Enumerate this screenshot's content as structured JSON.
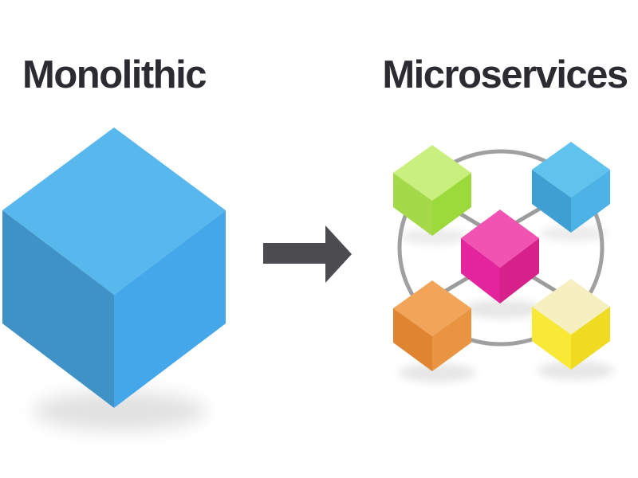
{
  "titles": {
    "left": "Monolithic",
    "right": "Microservices"
  },
  "arrow": {
    "meaning": "transition from monolithic to microservices",
    "direction": "right"
  },
  "colors": {
    "background": "#ffffff",
    "title_text": "#2b2b31",
    "arrow": "#4c4c50",
    "connector_ring": "#a0a0a0",
    "connector_line": "#9c9c9c",
    "shadow": "#6e6e6e",
    "monolith": {
      "top": "#58b7ec",
      "left": "#3e92c5",
      "right": "#43a7e9"
    },
    "services": {
      "green": {
        "top": "#c9f07e",
        "left": "#a4da4a",
        "right": "#9cd93b"
      },
      "blue": {
        "top": "#5fc3ee",
        "left": "#3f9ed2",
        "right": "#4db2e5"
      },
      "pink": {
        "top": "#f153b2",
        "left": "#e3249c",
        "right": "#d52189"
      },
      "orange": {
        "top": "#f2a558",
        "left": "#df8430",
        "right": "#e99440"
      },
      "yellow": {
        "top": "#f6efc0",
        "left": "#f8e937",
        "right": "#eedb22"
      }
    }
  }
}
